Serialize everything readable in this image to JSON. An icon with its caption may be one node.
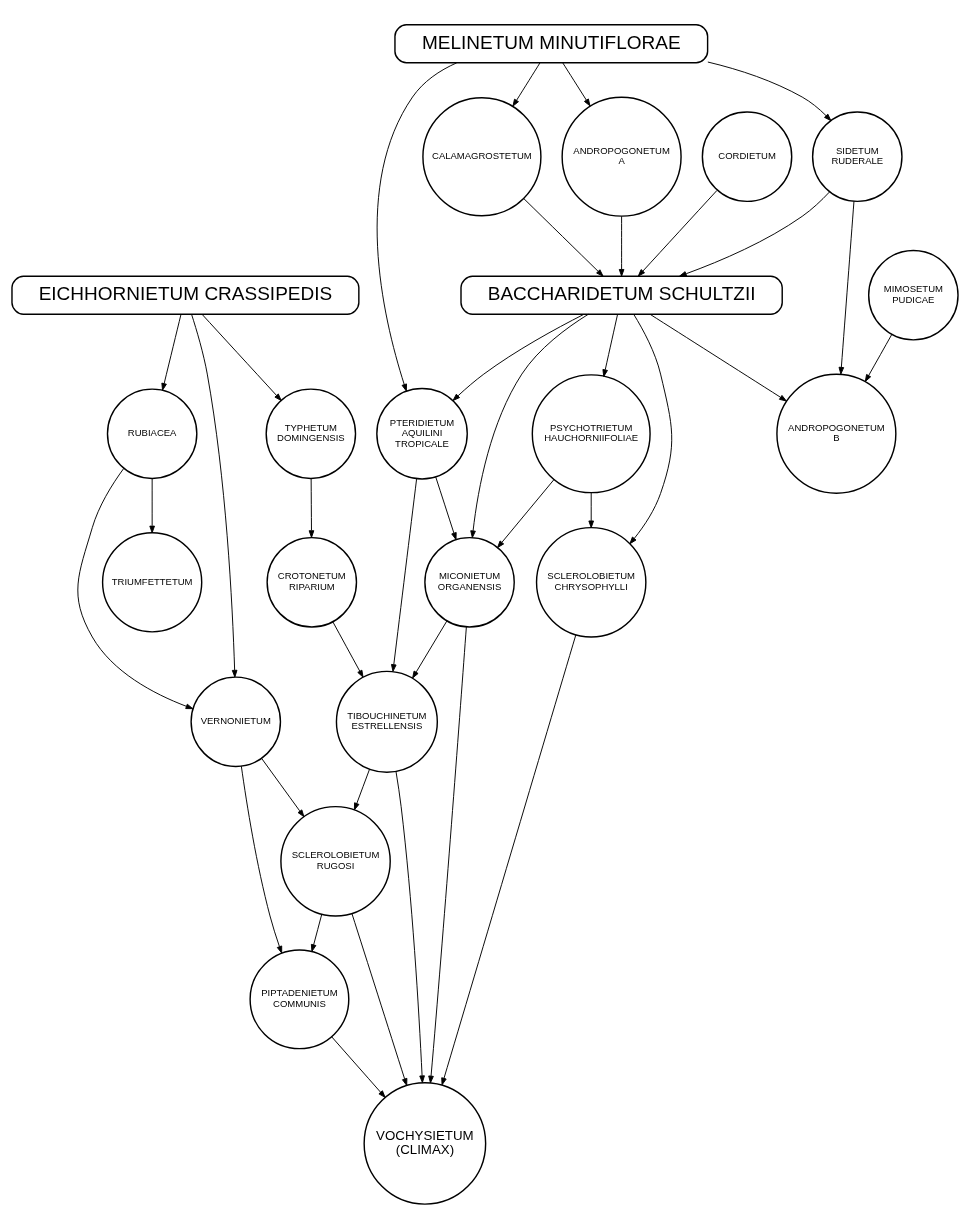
{
  "diagram": {
    "nodes": [
      {
        "text": [
          "EICHHORNIETUM CRASSIPEDIS"
        ]
      },
      {
        "text": [
          "RUBIACEA"
        ]
      },
      {
        "text": [
          "VERNONIETUM"
        ]
      },
      {
        "text": [
          "TYPHETUM DOMINGENSIS"
        ]
      },
      {
        "text": [
          "TRIUMFETTETUM"
        ]
      },
      {
        "text": [
          "SCLEROLOBIETUM RUGOSI"
        ]
      },
      {
        "text": [
          "CROTONETUM RIPARIUM"
        ]
      },
      {
        "text": [
          "PIPTADENIETUM COMMUNIS"
        ]
      },
      {
        "text": [
          "TIBOUCHINETUM ESTRELLENSIS"
        ]
      },
      {
        "text": [
          "MIMOSETUM PUDICAE"
        ]
      },
      {
        "text": [
          "VOCHYSIETUM",
          "(CLIMAX)"
        ]
      },
      {
        "text": [
          "MICONIETUM ORGANENSIS"
        ]
      },
      {
        "text": [
          "SCLEROLOBIETUM CHRYSOPHYLLI"
        ]
      },
      {
        "text": [
          "ANDROPOGONETUM B"
        ]
      },
      {
        "text": [
          "PTERIDIETUM AQUILINI TROPICALE"
        ]
      },
      {
        "text": [
          "PSYCHOTRIETUM HAUCHORNIIFOLIAE"
        ]
      },
      {
        "text": [
          "BACCHARIDETUM SCHULTZII"
        ]
      },
      {
        "text": [
          "SIDETUM RUDERALE"
        ]
      },
      {
        "text": [
          "CORDIETUM"
        ]
      },
      {
        "text": [
          "ANDROPOGONETUM A"
        ]
      },
      {
        "text": [
          "CALAMAGROSTETUM"
        ]
      },
      {
        "text": [
          "MELINETUM MINUTIFLORAE"
        ]
      }
    ],
    "edges": [
      {
        "from": 0,
        "to": 1,
        "arrow": "to"
      },
      {
        "from": 0,
        "to": 2,
        "arrow": "to"
      },
      {
        "from": 0,
        "to": 3,
        "arrow": "to"
      },
      {
        "from": 1,
        "to": 2,
        "arrow": "to"
      },
      {
        "from": 1,
        "to": 4,
        "arrow": "to"
      },
      {
        "from": 2,
        "to": 5,
        "arrow": "to"
      },
      {
        "from": 2,
        "to": 7,
        "arrow": "to"
      },
      {
        "from": 3,
        "to": 6,
        "arrow": "to"
      },
      {
        "from": 6,
        "to": 8,
        "arrow": "to"
      },
      {
        "from": 5,
        "to": 7,
        "arrow": "to"
      },
      {
        "from": 5,
        "to": 10,
        "arrow": "to"
      },
      {
        "from": 7,
        "to": 10,
        "arrow": "to"
      },
      {
        "from": 8,
        "to": 5,
        "arrow": "to"
      },
      {
        "from": 8,
        "to": 10,
        "arrow": "to"
      },
      {
        "from": 9,
        "to": 13,
        "arrow": "to"
      },
      {
        "from": 11,
        "to": 10,
        "arrow": "to"
      },
      {
        "from": 11,
        "to": 8,
        "arrow": "to"
      },
      {
        "from": 12,
        "to": 10,
        "arrow": "to"
      },
      {
        "from": 15,
        "to": 12,
        "arrow": "to"
      },
      {
        "from": 15,
        "to": 11,
        "arrow": "to"
      },
      {
        "from": 14,
        "to": 11,
        "arrow": "to"
      },
      {
        "from": 14,
        "to": 8,
        "arrow": "to"
      },
      {
        "from": 16,
        "to": 13,
        "arrow": "to"
      },
      {
        "from": 16,
        "to": 12,
        "arrow": "to"
      },
      {
        "from": 16,
        "to": 15,
        "arrow": "to"
      },
      {
        "from": 16,
        "to": 11,
        "arrow": "to"
      },
      {
        "from": 16,
        "to": 14,
        "arrow": "to"
      },
      {
        "from": 17,
        "to": 13,
        "arrow": "to"
      },
      {
        "from": 17,
        "to": 16,
        "arrow": "to"
      },
      {
        "from": 19,
        "to": 16,
        "arrow": "to"
      },
      {
        "from": 20,
        "to": 16,
        "arrow": "to"
      },
      {
        "from": 18,
        "to": 16,
        "arrow": "to"
      },
      {
        "from": 21,
        "to": 17,
        "arrow": "to"
      },
      {
        "from": 21,
        "to": 19,
        "arrow": "to"
      },
      {
        "from": 21,
        "to": 20,
        "arrow": "to"
      },
      {
        "from": 21,
        "to": 14,
        "arrow": "to"
      }
    ]
  }
}
